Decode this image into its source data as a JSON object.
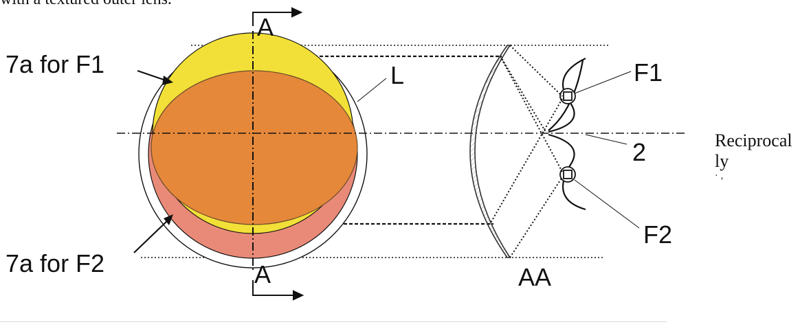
{
  "top_text": "with a textured outer lens.",
  "labels": {
    "section_top": "A",
    "section_bottom": "A",
    "section_view": "AA",
    "zone_f1": "7a for F1",
    "zone_f2": "7a for F2",
    "lens": "L",
    "focus_f1": "F1",
    "focus_f2": "F2",
    "axis_ref": "2"
  },
  "side_text": {
    "line1": "Reciprocal",
    "line2": "ly",
    "line3": "·              ‚"
  },
  "colors": {
    "zone_f1_fill": "#f2e038",
    "zone_f2_fill": "#e98a78",
    "overlap_fill": "#e5883a",
    "line": "#111111"
  }
}
